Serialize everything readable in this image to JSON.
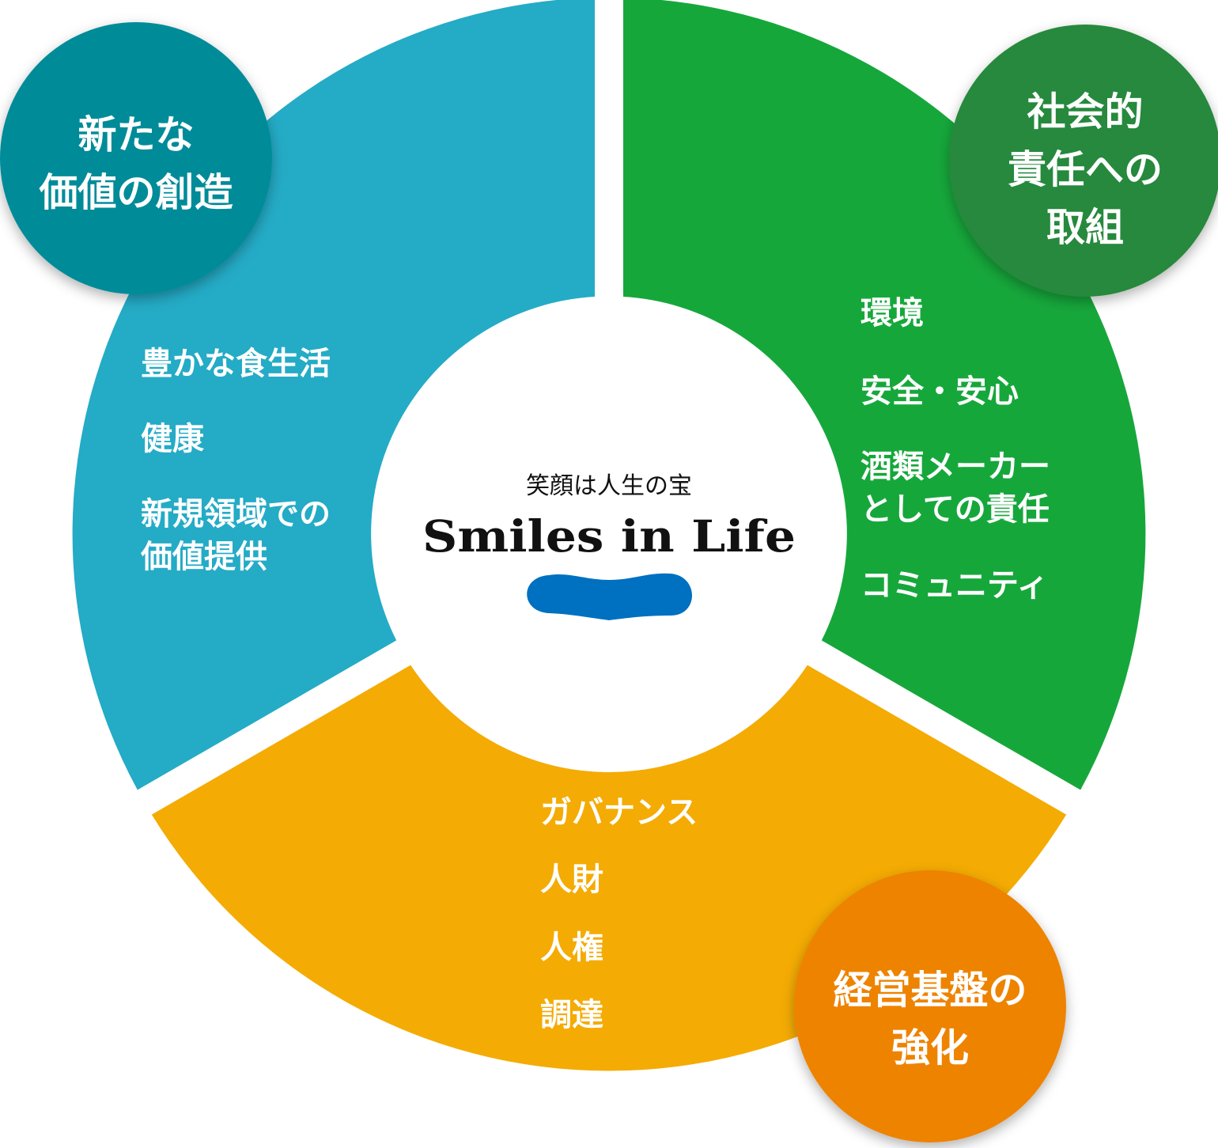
{
  "center": {
    "tagline": "笑顔は人生の宝",
    "slogan": "Smiles in Life"
  },
  "segments": {
    "value": {
      "title": [
        "新たな",
        "価値の創造"
      ],
      "items": [
        "豊かな食生活",
        "健康",
        "新規領域での",
        "価値提供"
      ]
    },
    "social": {
      "title": [
        "社会的",
        "責任への",
        "取組"
      ],
      "items": [
        "環境",
        "安全・安心",
        "酒類メーカー",
        "としての責任",
        "コミュニティ"
      ]
    },
    "management": {
      "title": [
        "経営基盤の",
        "強化"
      ],
      "items": [
        "ガバナンス",
        "人財",
        "人権",
        "調達"
      ]
    }
  },
  "colors": {
    "value_segment": "#24abc6",
    "value_badge": "#068b99",
    "social_segment": "#16a73b",
    "social_badge": "#27893c",
    "management_segment": "#f4ab03",
    "management_badge": "#ee8302",
    "smile_mark": "#0070c0"
  }
}
